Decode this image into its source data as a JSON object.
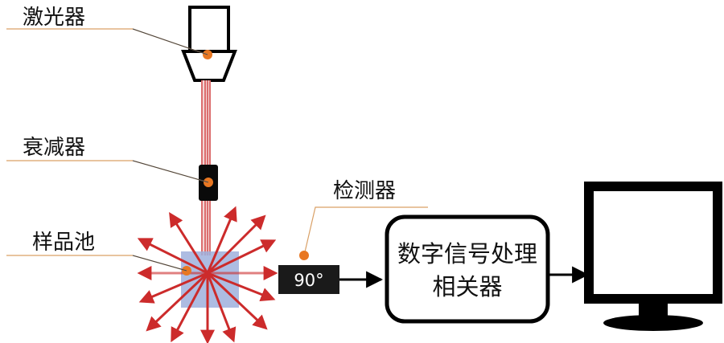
{
  "labels": {
    "laser": "激光器",
    "attenuator": "衰减器",
    "sample_cell": "样品池",
    "detector": "检测器",
    "detector_angle": "90°",
    "processor_line1": "数字信号处理",
    "processor_line2": "相关器"
  },
  "colors": {
    "leader_line": "#d9a066",
    "marker_dot": "#e87722",
    "beam_red": "#cc2b2b",
    "sample_fill": "#9fb0dd",
    "device_black": "#000000"
  }
}
